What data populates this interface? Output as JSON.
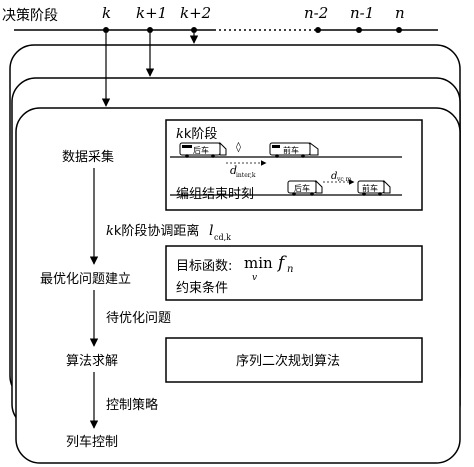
{
  "stage_axis": {
    "label": "决策阶段",
    "ticks": [
      "k",
      "k+1",
      "k+2",
      "n-2",
      "n-1",
      "n"
    ]
  },
  "flow": {
    "steps": [
      "数据采集",
      "最优化问题建立",
      "算法求解",
      "列车控制"
    ],
    "transitions": [
      {
        "text": "k阶段协调距离",
        "var": "l",
        "sub": "cd,k"
      },
      {
        "text": "待优化问题"
      },
      {
        "text": "控制策略"
      }
    ]
  },
  "data_box": {
    "stage_label": "k阶段",
    "rear_car": "后车",
    "front_car": "前车",
    "gap_var": "d",
    "gap_sub": "inter,k",
    "end_label": "编组结束时刻",
    "vcm_var": "d",
    "vcm_sub": "vc m"
  },
  "opt_box": {
    "objective_label": "目标函数:",
    "min": "min",
    "min_sub": "v",
    "f": "f",
    "f_sub": "n",
    "constraint": "约束条件"
  },
  "algo_box": {
    "text": "序列二次规划算法"
  }
}
